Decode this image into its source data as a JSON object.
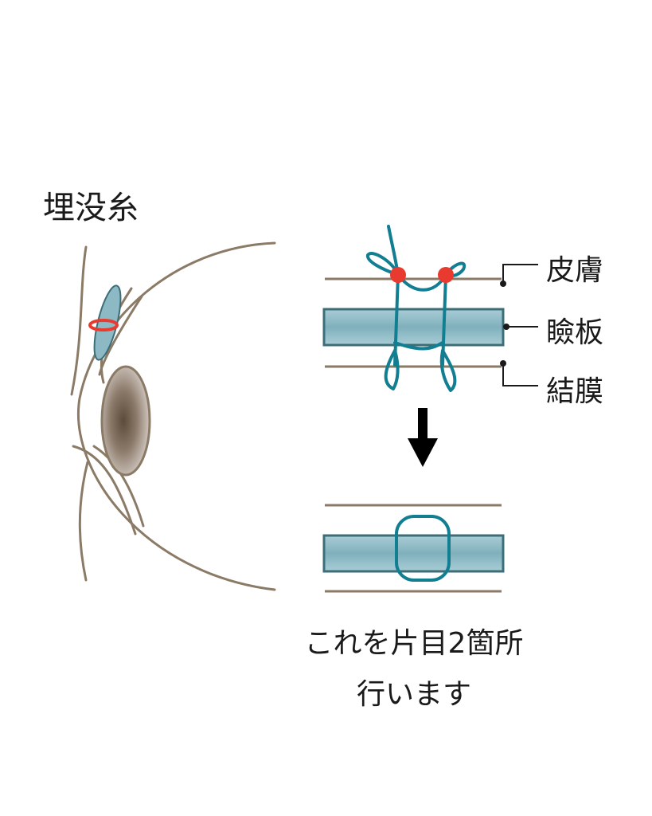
{
  "title": "埋没糸",
  "layers": {
    "skin": "皮膚",
    "tarsal_plate": "瞼板",
    "conjunctiva": "結膜"
  },
  "caption": {
    "line1": "これを片目2箇所",
    "line2": "行います"
  },
  "colors": {
    "outline": "#8a7a66",
    "plate_fill": "#8db9c4",
    "plate_edge": "#3d6e78",
    "suture": "#117e92",
    "knot": "#e83a2e",
    "arrow": "#000000",
    "iris": "#7a6a58"
  },
  "icons": {
    "arrow": "arrow-down-icon",
    "knot": "suture-knot-icon"
  }
}
